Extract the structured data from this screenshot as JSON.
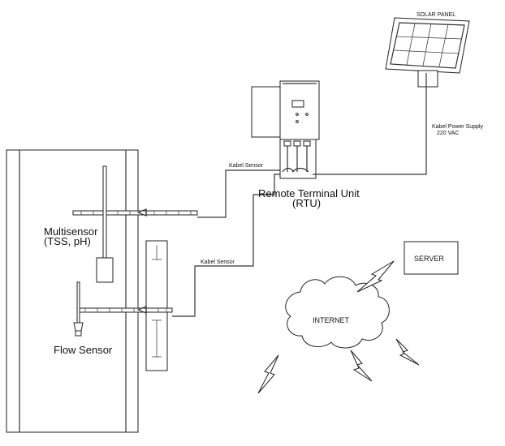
{
  "labels": {
    "solar_panel": "SOLAR PANEL",
    "power_supply_line1": "Kabel Power Supply",
    "power_supply_line2": "220 VAC",
    "kabel_sensor_top": "Kabel Sensor",
    "kabel_sensor_bottom": "Kabel Sensor",
    "rtu_line1": "Remote Terminal Unit",
    "rtu_line2": "(RTU)",
    "multisensor_line1": "Multisensor",
    "multisensor_line2": "(TSS, pH)",
    "flow_sensor": "Flow Sensor",
    "server": "SERVER",
    "internet": "INTERNET"
  },
  "colors": {
    "stroke": "#222222",
    "background": "#ffffff"
  }
}
